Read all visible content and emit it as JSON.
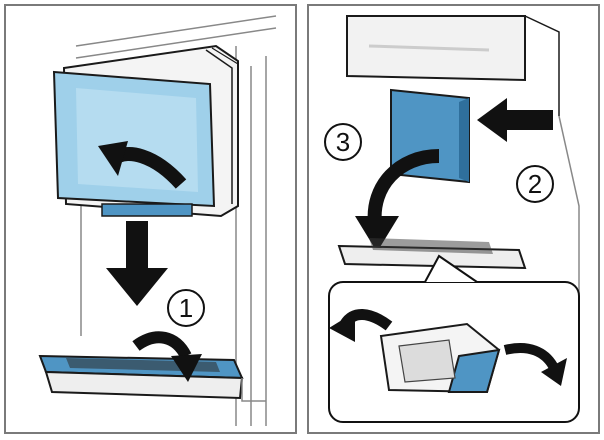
{
  "steps": {
    "one": "1",
    "two": "2",
    "three": "3"
  },
  "colors": {
    "blue_panel": "#9fd0ea",
    "blue_dark": "#4f95c4",
    "outline": "#1a1a1a",
    "grey_fill": "#eeeeee",
    "arrow": "#111111"
  },
  "icons": [
    "arrow-curved-up",
    "arrow-down",
    "arrow-curved-right",
    "arrow-left",
    "arrow-curved-down",
    "arrow-curved-left-out",
    "arrow-curved-right-out"
  ]
}
